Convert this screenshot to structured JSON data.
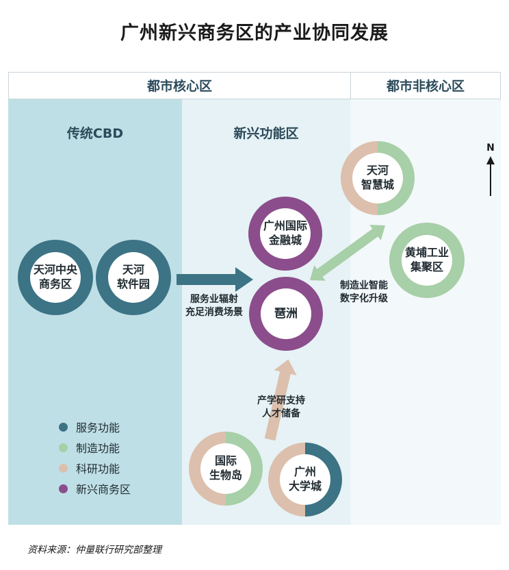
{
  "title": "广州新兴商务区的产业协同发展",
  "zones": {
    "core": "都市核心区",
    "noncore": "都市非核心区"
  },
  "columns": {
    "cbd": "传统CBD",
    "emerging": "新兴功能区"
  },
  "nodes": {
    "tianhe_cbd": {
      "line1": "天河中央",
      "line2": "商务区"
    },
    "tianhe_soft": {
      "line1": "天河",
      "line2": "软件园"
    },
    "finance_city": {
      "line1": "广州国际",
      "line2": "金融城"
    },
    "pazhou": {
      "line1": "琶洲"
    },
    "smart_city": {
      "line1": "天河",
      "line2": "智慧城"
    },
    "huangpu": {
      "line1": "黄埔工业",
      "line2": "集聚区"
    },
    "island": {
      "line1": "国际",
      "line2": "生物岛"
    },
    "univ_city": {
      "line1": "广州",
      "line2": "大学城"
    }
  },
  "arrows": {
    "service": {
      "line1": "服务业辐射",
      "line2": "充足消费场景"
    },
    "manufacturing": {
      "line1": "制造业智能",
      "line2": "数字化升级"
    },
    "research": {
      "line1": "产学研支持",
      "line2": "人才储备"
    }
  },
  "compass": "N",
  "legend": [
    {
      "label": "服务功能",
      "color": "#3c7385"
    },
    {
      "label": "制造功能",
      "color": "#a7cfa8"
    },
    {
      "label": "科研功能",
      "color": "#dcbfac"
    },
    {
      "label": "新兴商务区",
      "color": "#8b4d8c"
    }
  ],
  "colors": {
    "service": "#3c7385",
    "manufacturing": "#a7cfa8",
    "research": "#dcbfac",
    "emerging": "#8b4d8c",
    "cbd_bg": "#bfdfe6",
    "emerging_bg": "#e6f2f5",
    "noncore_bg": "#f3f8fa"
  },
  "source": "资料来源：仲量联行研究部整理"
}
